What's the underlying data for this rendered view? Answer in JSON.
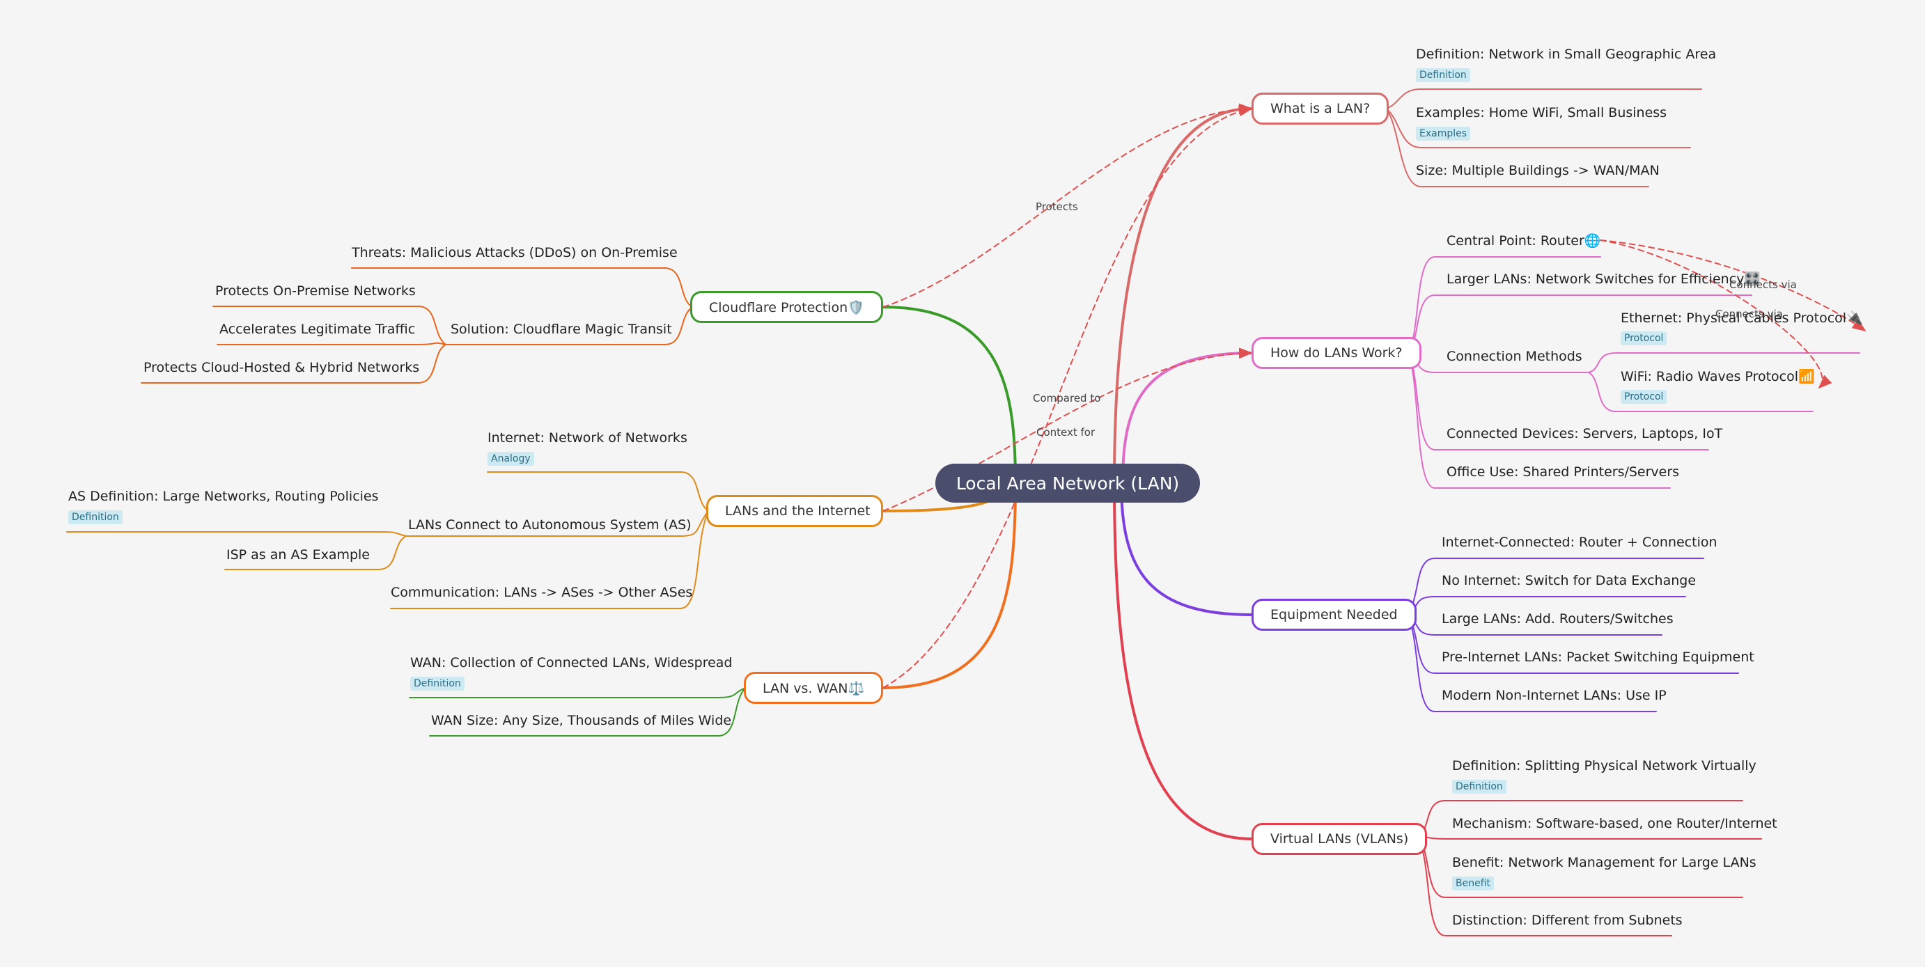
{
  "center": {
    "label": "Local Area Network (LAN)"
  },
  "colors": {
    "what": "#d96a6a",
    "how": "#e06cc8",
    "equip": "#7b3fe0",
    "vlan": "#e0404f",
    "cloud": "#3a9a2a",
    "inet": "#e08a1a",
    "wan": "#f07020",
    "cloud_leaf": "#e8671d",
    "inet_leaf": "#e08a1a",
    "wan_leaf": "#3a9a2a",
    "relation": "#e05050"
  },
  "branches": {
    "what": {
      "label": "What is a LAN?",
      "leaves": [
        {
          "text": "Definition: Network in Small Geographic Area",
          "tag": "Definition"
        },
        {
          "text": "Examples: Home WiFi, Small Business",
          "tag": "Examples"
        },
        {
          "text": "Size: Multiple Buildings -> WAN/MAN",
          "tag": ""
        }
      ]
    },
    "how": {
      "label": "How do LANs Work?",
      "leaves": [
        {
          "text": "Central Point: Router🌐"
        },
        {
          "text": "Larger LANs: Network Switches for Efficiency🎛️"
        },
        {
          "text": "Connection Methods"
        },
        {
          "text": "Connected Devices: Servers, Laptops, IoT"
        },
        {
          "text": "Office Use: Shared Printers/Servers"
        }
      ],
      "connection_methods": [
        {
          "text": "Ethernet: Physical Cables Protocol🔌",
          "tag": "Protocol"
        },
        {
          "text": "WiFi: Radio Waves Protocol📶",
          "tag": "Protocol"
        }
      ]
    },
    "equip": {
      "label": "Equipment Needed",
      "leaves": [
        {
          "text": "Internet-Connected: Router + Connection"
        },
        {
          "text": "No Internet: Switch for Data Exchange"
        },
        {
          "text": "Large LANs: Add. Routers/Switches"
        },
        {
          "text": "Pre-Internet LANs: Packet Switching Equipment"
        },
        {
          "text": "Modern Non-Internet LANs: Use IP"
        }
      ]
    },
    "vlan": {
      "label": "Virtual LANs (VLANs)",
      "leaves": [
        {
          "text": "Definition: Splitting Physical Network Virtually",
          "tag": "Definition"
        },
        {
          "text": "Mechanism: Software-based, one Router/Internet",
          "tag": ""
        },
        {
          "text": "Benefit: Network Management for Large LANs",
          "tag": "Benefit"
        },
        {
          "text": "Distinction: Different from Subnets",
          "tag": ""
        }
      ]
    },
    "cloud": {
      "label": "Cloudflare Protection🛡️",
      "leaves": [
        {
          "text": "Threats: Malicious Attacks (DDoS) on On-Premise"
        },
        {
          "text": "Solution: Cloudflare Magic Transit"
        }
      ],
      "solution_items": [
        {
          "text": "Protects On-Premise Networks"
        },
        {
          "text": "Accelerates Legitimate Traffic"
        },
        {
          "text": "Protects Cloud-Hosted & Hybrid Networks"
        }
      ]
    },
    "inet": {
      "label": "LANs and the Internet",
      "leaves": [
        {
          "text": "Internet: Network of Networks",
          "tag": "Analogy"
        },
        {
          "text": "LANs Connect to Autonomous System (AS)",
          "tag": ""
        },
        {
          "text": "Communication: LANs -> ASes -> Other ASes",
          "tag": ""
        }
      ],
      "as_items": [
        {
          "text": "AS Definition: Large Networks, Routing Policies",
          "tag": "Definition"
        },
        {
          "text": "ISP as an AS Example",
          "tag": ""
        }
      ]
    },
    "wan": {
      "label": "LAN vs. WAN⚖️",
      "leaves": [
        {
          "text": "WAN: Collection of Connected LANs, Widespread",
          "tag": "Definition"
        },
        {
          "text": "WAN Size: Any Size, Thousands of Miles Wide",
          "tag": ""
        }
      ]
    }
  },
  "relations": {
    "protects": "Protects",
    "compared_to": "Compared to",
    "context_for": "Context for",
    "connects_via_1": "Connects via",
    "connects_via_2": "Connects via"
  }
}
